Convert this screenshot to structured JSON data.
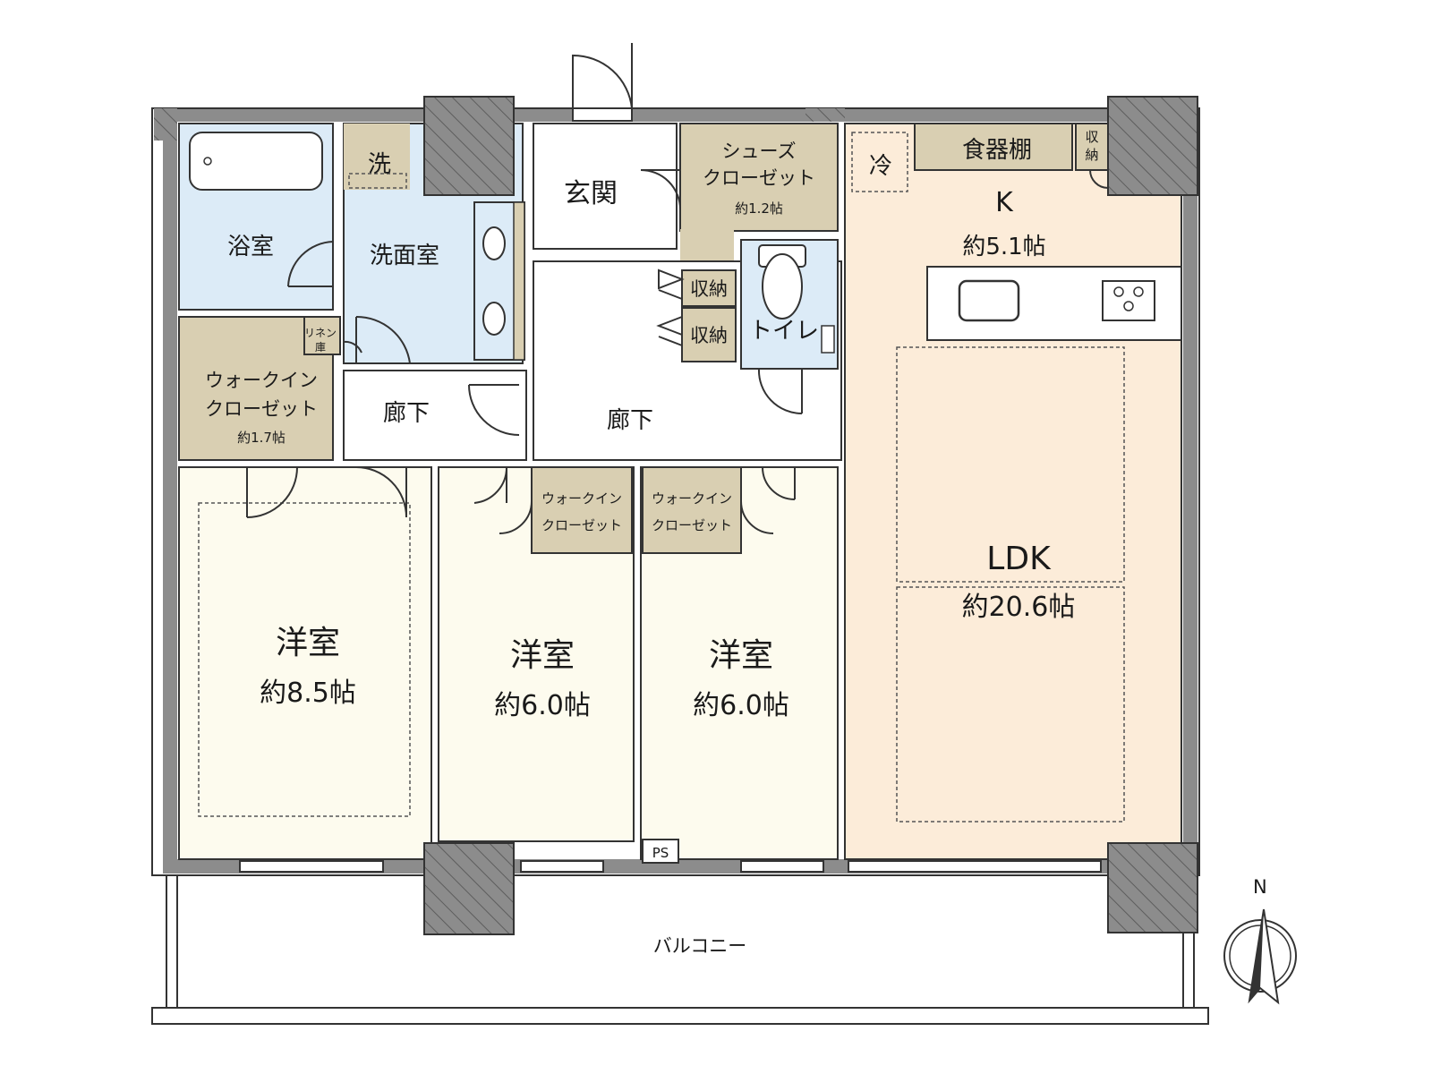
{
  "colors": {
    "wall": "#8c8c8c",
    "wall_dark": "#7a7a7a",
    "outline": "#333333",
    "storage": "#d9cfb2",
    "wet": "#dcebf7",
    "bedroom": "#fdfbee",
    "ldk": "#fcecd9",
    "white": "#ffffff",
    "line": "#3a3a3a"
  },
  "rooms": {
    "bath": {
      "name": "浴室"
    },
    "wash_mark": {
      "name": "洗"
    },
    "washroom": {
      "name": "洗面室"
    },
    "linen": {
      "line1": "リネン",
      "line2": "庫"
    },
    "wic_west": {
      "line1": "ウォークイン",
      "line2": "クローゼット",
      "area": "約1.7帖"
    },
    "hall_west": {
      "name": "廊下"
    },
    "entrance": {
      "name": "玄関"
    },
    "shoes": {
      "line1": "シューズ",
      "line2": "クローゼット",
      "area": "約1.2帖"
    },
    "storage_a": {
      "name": "収納"
    },
    "storage_b": {
      "name": "収納"
    },
    "toilet": {
      "name": "トイレ"
    },
    "hall_center": {
      "name": "廊下"
    },
    "fridge": {
      "name": "冷"
    },
    "cupboard": {
      "name": "食器棚"
    },
    "storage_k": {
      "line1": "収",
      "line2": "納"
    },
    "kitchen": {
      "name": "K",
      "area": "約5.1帖"
    },
    "ldk": {
      "name": "LDK",
      "area": "約20.6帖"
    },
    "bed1": {
      "name": "洋室",
      "area": "約8.5帖"
    },
    "bed2": {
      "name": "洋室",
      "area": "約6.0帖"
    },
    "bed3": {
      "name": "洋室",
      "area": "約6.0帖"
    },
    "wic_2": {
      "line1": "ウォークイン",
      "line2": "クローゼット"
    },
    "wic_3": {
      "line1": "ウォークイン",
      "line2": "クローゼット"
    },
    "ps": {
      "name": "PS"
    },
    "balcony": {
      "name": "バルコニー"
    }
  },
  "compass": {
    "label": "N"
  }
}
